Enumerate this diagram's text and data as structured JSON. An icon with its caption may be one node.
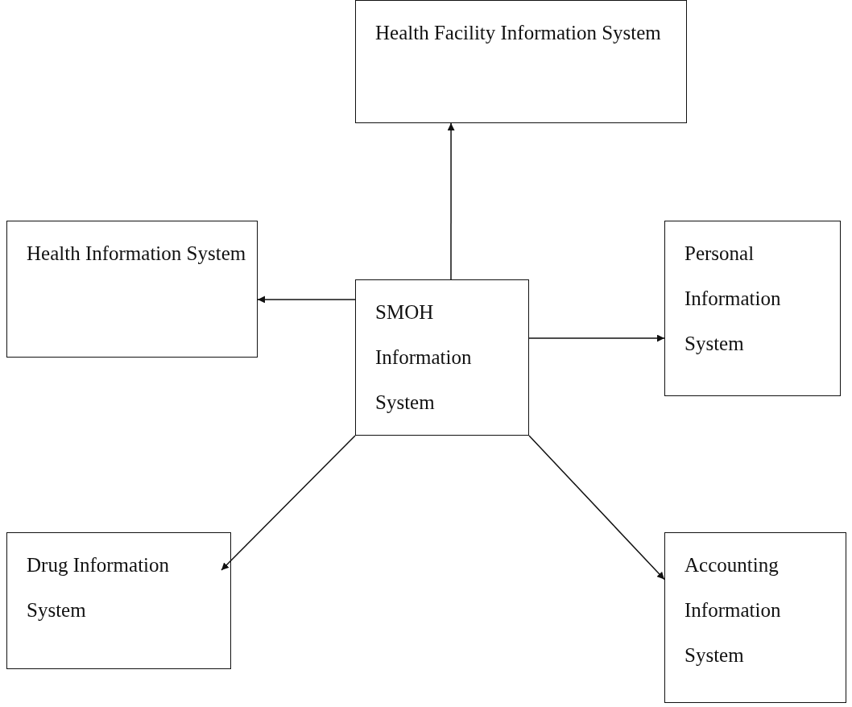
{
  "diagram": {
    "nodes": [
      {
        "text": [
          "Health Facility Information System"
        ]
      },
      {
        "text": [
          "Health Information System"
        ]
      },
      {
        "text": [
          "SMOH Information System"
        ]
      },
      {
        "text": [
          "Personal Information System"
        ]
      },
      {
        "text": [
          "Drug Information System"
        ]
      },
      {
        "text": [
          "Accounting Information System"
        ]
      }
    ],
    "edges": [
      {
        "from": 2,
        "to": 0,
        "arrow": "to"
      },
      {
        "from": 2,
        "to": 1,
        "arrow": "to"
      },
      {
        "from": 2,
        "to": 3,
        "arrow": "to"
      },
      {
        "from": 2,
        "to": 4,
        "arrow": "to"
      },
      {
        "from": 2,
        "to": 5,
        "arrow": "to"
      }
    ]
  }
}
